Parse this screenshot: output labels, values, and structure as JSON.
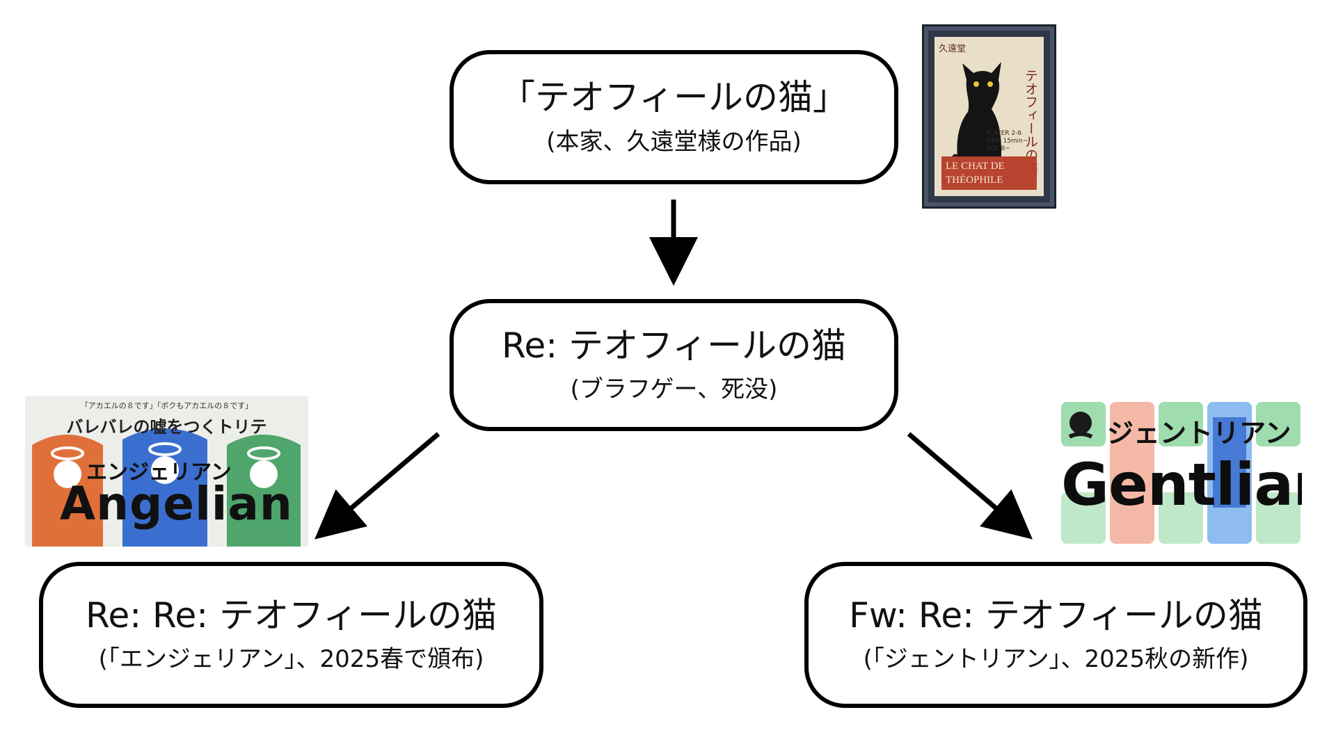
{
  "nodes": {
    "original": {
      "title": "「テオフィールの猫」",
      "subtitle": "(本家、久遠堂様の作品)"
    },
    "re": {
      "title": "Re: テオフィールの猫",
      "subtitle": "(ブラフゲー、死没)"
    },
    "re_re": {
      "title": "Re: Re: テオフィールの猫",
      "subtitle": "(「エンジェリアン」、2025春で頒布)"
    },
    "fw_re": {
      "title": "Fw: Re: テオフィールの猫",
      "subtitle": "(「ジェントリアン」、2025秋の新作)"
    }
  },
  "images": {
    "poster": {
      "publisher": "久遠堂",
      "title_jp": "テオフィールの猫",
      "title_fr": "LE CHAT DE THÉOPHILE",
      "info": [
        "PLAYER 2-6",
        "TIME 15min~",
        "AGE 8~"
      ],
      "colors": {
        "frame": "#2f3847",
        "paper": "#e9dfc9",
        "banner": "#b8432f"
      }
    },
    "angelian": {
      "tag": "「アカエルの８です」「ボクもアカエルの８です」",
      "tagline": "バレバレの嘘をつくトリテ",
      "kana": "エンジェリアン",
      "logo": "Angelian",
      "colors": [
        "#e0703a",
        "#3a6fd0",
        "#4fa56b"
      ]
    },
    "gentlian": {
      "kana": "ジェントリアン",
      "logo": "Gentlian",
      "tile_colors": [
        "#9fdcae",
        "#f4b9a6",
        "#9fdcae",
        "#8fbcf0",
        "#9fdcae"
      ]
    }
  }
}
